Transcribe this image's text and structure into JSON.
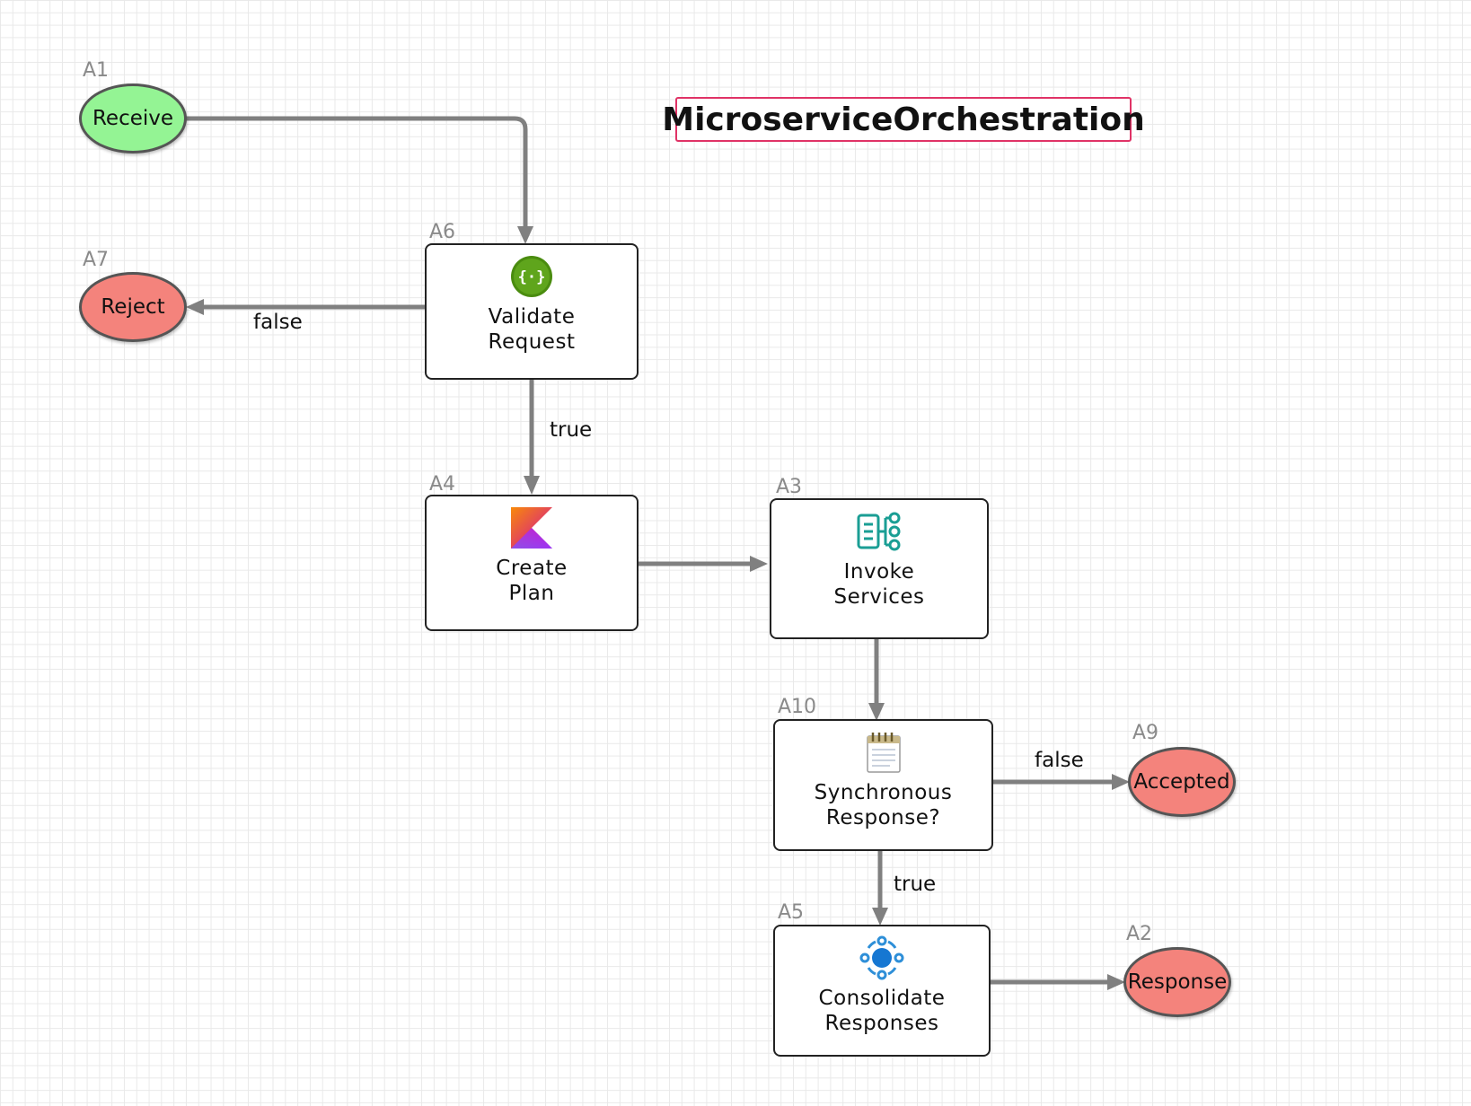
{
  "diagram": {
    "title": "MicroserviceOrchestration",
    "nodes": {
      "a1": {
        "id": "A1",
        "label": "Receive",
        "kind": "start",
        "color": "#94f494"
      },
      "a7": {
        "id": "A7",
        "label": "Reject",
        "kind": "end",
        "color": "#f4837c"
      },
      "a6": {
        "id": "A6",
        "line1": "Validate",
        "line2": "Request",
        "icon": "json-validate-icon"
      },
      "a4": {
        "id": "A4",
        "line1": "Create",
        "line2": "Plan",
        "icon": "kotlin-icon"
      },
      "a3": {
        "id": "A3",
        "line1": "Invoke",
        "line2": "Services",
        "icon": "service-tree-icon"
      },
      "a10": {
        "id": "A10",
        "line1": "Synchronous",
        "line2": "Response?",
        "icon": "notepad-icon"
      },
      "a9": {
        "id": "A9",
        "label": "Accepted",
        "kind": "end",
        "color": "#f4837c"
      },
      "a5": {
        "id": "A5",
        "line1": "Consolidate",
        "line2": "Responses",
        "icon": "hub-nodes-icon"
      },
      "a2": {
        "id": "A2",
        "label": "Response",
        "kind": "end",
        "color": "#f4837c"
      }
    },
    "edges": [
      {
        "from": "A1",
        "to": "A6",
        "label": ""
      },
      {
        "from": "A6",
        "to": "A7",
        "label": "false"
      },
      {
        "from": "A6",
        "to": "A4",
        "label": "true"
      },
      {
        "from": "A4",
        "to": "A3",
        "label": ""
      },
      {
        "from": "A3",
        "to": "A10",
        "label": ""
      },
      {
        "from": "A10",
        "to": "A9",
        "label": "false"
      },
      {
        "from": "A10",
        "to": "A5",
        "label": "true"
      },
      {
        "from": "A5",
        "to": "A2",
        "label": ""
      }
    ],
    "colors": {
      "title_border": "#e03366",
      "edge": "#808080",
      "start_fill": "#94f494",
      "end_fill": "#f4837c"
    }
  }
}
